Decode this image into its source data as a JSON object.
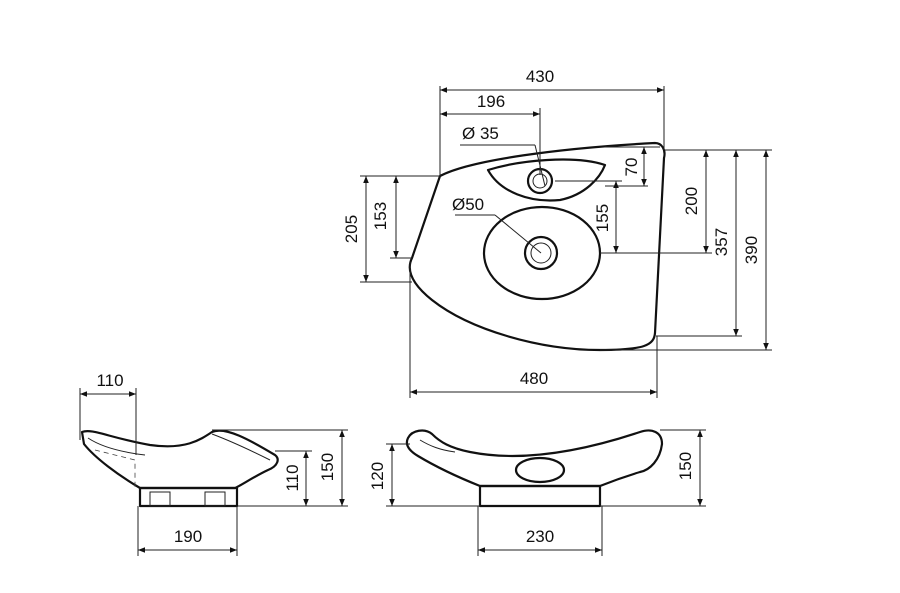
{
  "title": "",
  "dimensions": {
    "top_width_430": "430",
    "top_tap_196": "196",
    "tap_hole": "Ø 35",
    "tap_depth_70": "70",
    "height_200": "200",
    "height_357": "357",
    "height_390": "390",
    "height_205": "205",
    "height_153": "153",
    "waste_hole": "Ø50",
    "waste_155": "155",
    "width_480": "480",
    "side_110_top": "110",
    "side_110_right": "110",
    "side_150": "150",
    "side_base_190": "190",
    "front_120": "120",
    "front_150": "150",
    "front_base_230": "230"
  },
  "colors": {
    "line": "#111111",
    "background": "#ffffff"
  }
}
